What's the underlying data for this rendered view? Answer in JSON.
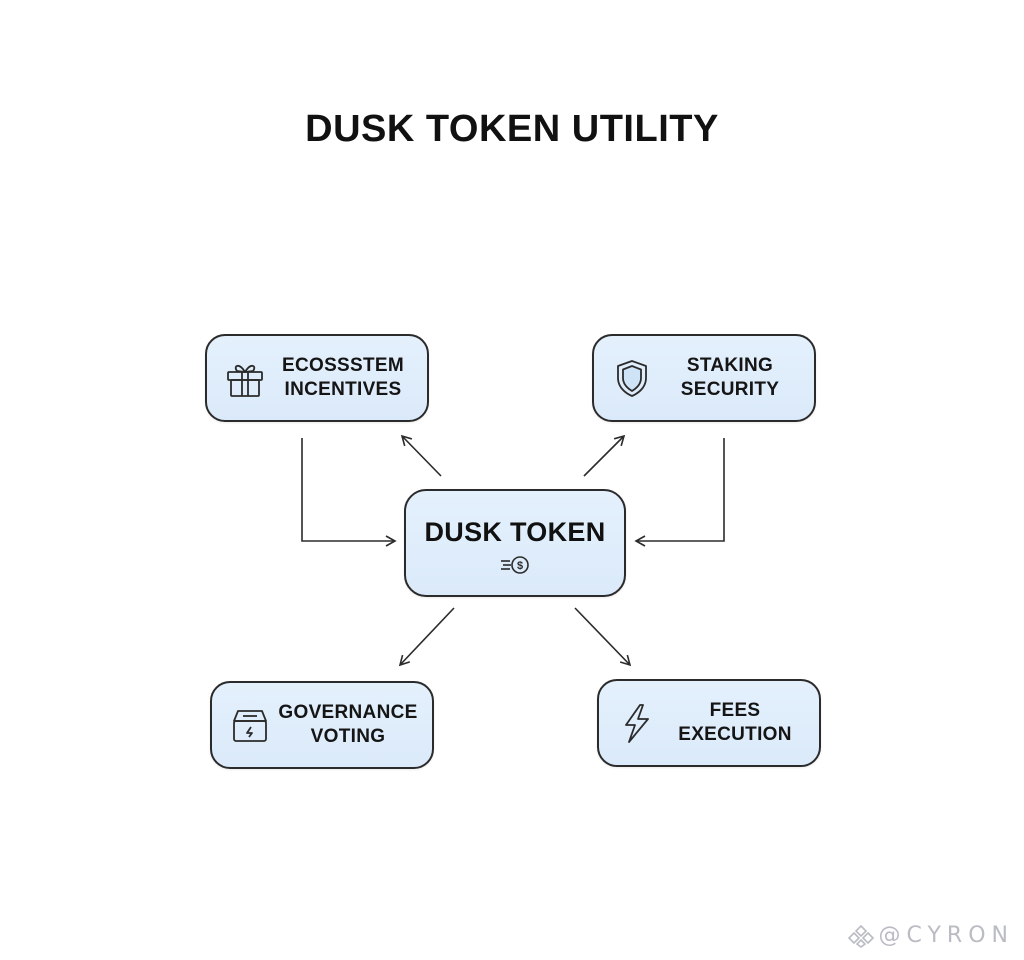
{
  "title": "DUSK TOKEN UTILITY",
  "center": {
    "label": "DUSK TOKEN",
    "icon": "coin-transfer-icon"
  },
  "nodes": [
    {
      "id": "ecosystem",
      "lines": [
        "ECOSSSTEM",
        "INCENTIVES"
      ],
      "icon": "gift-icon",
      "position": "top-left"
    },
    {
      "id": "staking",
      "lines": [
        "STAKING",
        "SECURITY"
      ],
      "icon": "shield-icon",
      "position": "top-right"
    },
    {
      "id": "governance",
      "lines": [
        "GOVERNANCE",
        "VOTING"
      ],
      "icon": "ballot-box-icon",
      "position": "bottom-left"
    },
    {
      "id": "fees",
      "lines": [
        "FEES",
        "EXECUTION"
      ],
      "icon": "lightning-icon",
      "position": "bottom-right"
    }
  ],
  "edges": [
    {
      "from": "center",
      "to": "ecosystem"
    },
    {
      "from": "center",
      "to": "staking"
    },
    {
      "from": "center",
      "to": "governance"
    },
    {
      "from": "center",
      "to": "fees"
    },
    {
      "from": "ecosystem",
      "to": "center"
    },
    {
      "from": "staking",
      "to": "center"
    }
  ],
  "watermark": "@CYRON",
  "colors": {
    "node_fill": "#dbeafa",
    "node_border": "#2b2b2b",
    "text": "#111111",
    "watermark": "#b9bcc2"
  }
}
